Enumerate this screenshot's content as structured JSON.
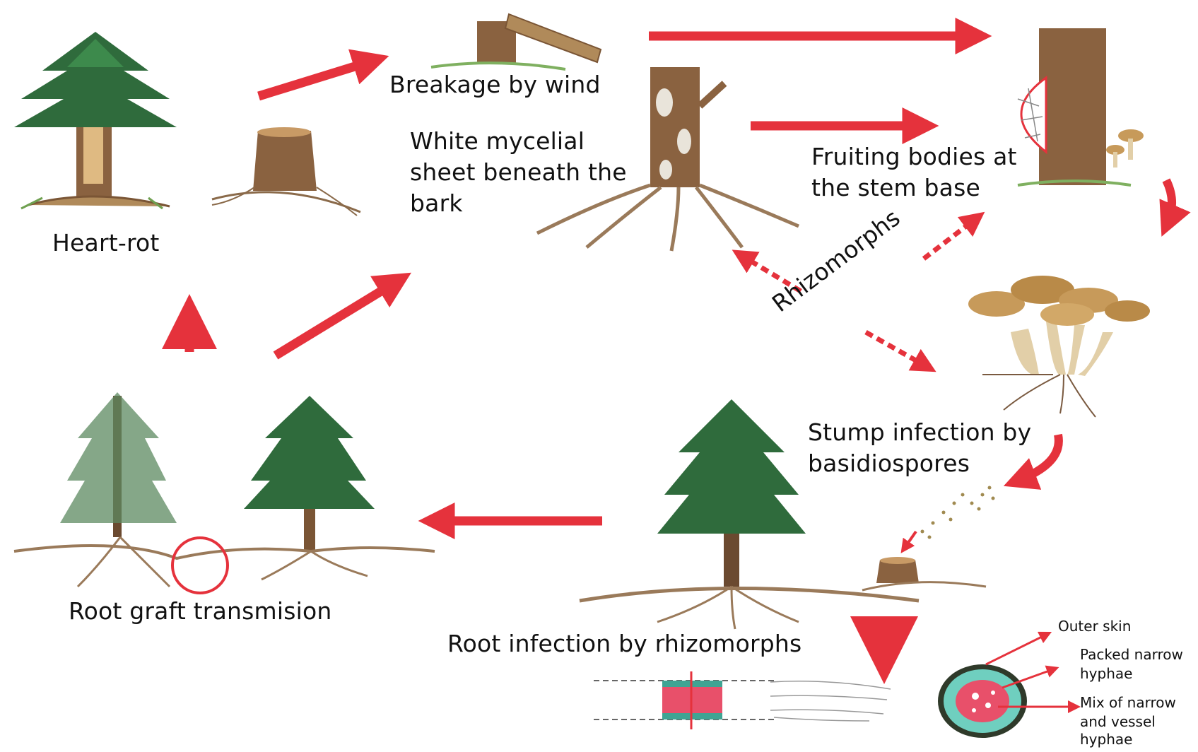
{
  "labels": {
    "heart_rot": "Heart-rot",
    "breakage": "Breakage by wind",
    "white_mycelial_1": "White mycelial",
    "white_mycelial_2": "sheet beneath the",
    "white_mycelial_3": "bark",
    "fruiting_1": "Fruiting bodies at",
    "fruiting_2": "the stem base",
    "rhizomorphs": "Rhizomorphs",
    "stump_1": "Stump infection by",
    "stump_2": "basidiospores",
    "root_graft": "Root graft transmision",
    "root_infection": "Root infection by rhizomorphs",
    "outer_skin": "Outer skin",
    "packed_1": "Packed narrow",
    "packed_2": "hyphae",
    "mix_1": "Mix of narrow",
    "mix_2": "and vessel",
    "mix_3": "hyphae"
  },
  "colors": {
    "arrow": "#e5323c",
    "foliage": "#2f6b3c",
    "trunk": "#7a5535",
    "root": "#9a7a5a",
    "mushroom_cap": "#c79a5a",
    "mushroom_stem": "#e2cfa8",
    "rhizo_core": "#e8506a",
    "rhizo_skin": "#3fa493"
  }
}
